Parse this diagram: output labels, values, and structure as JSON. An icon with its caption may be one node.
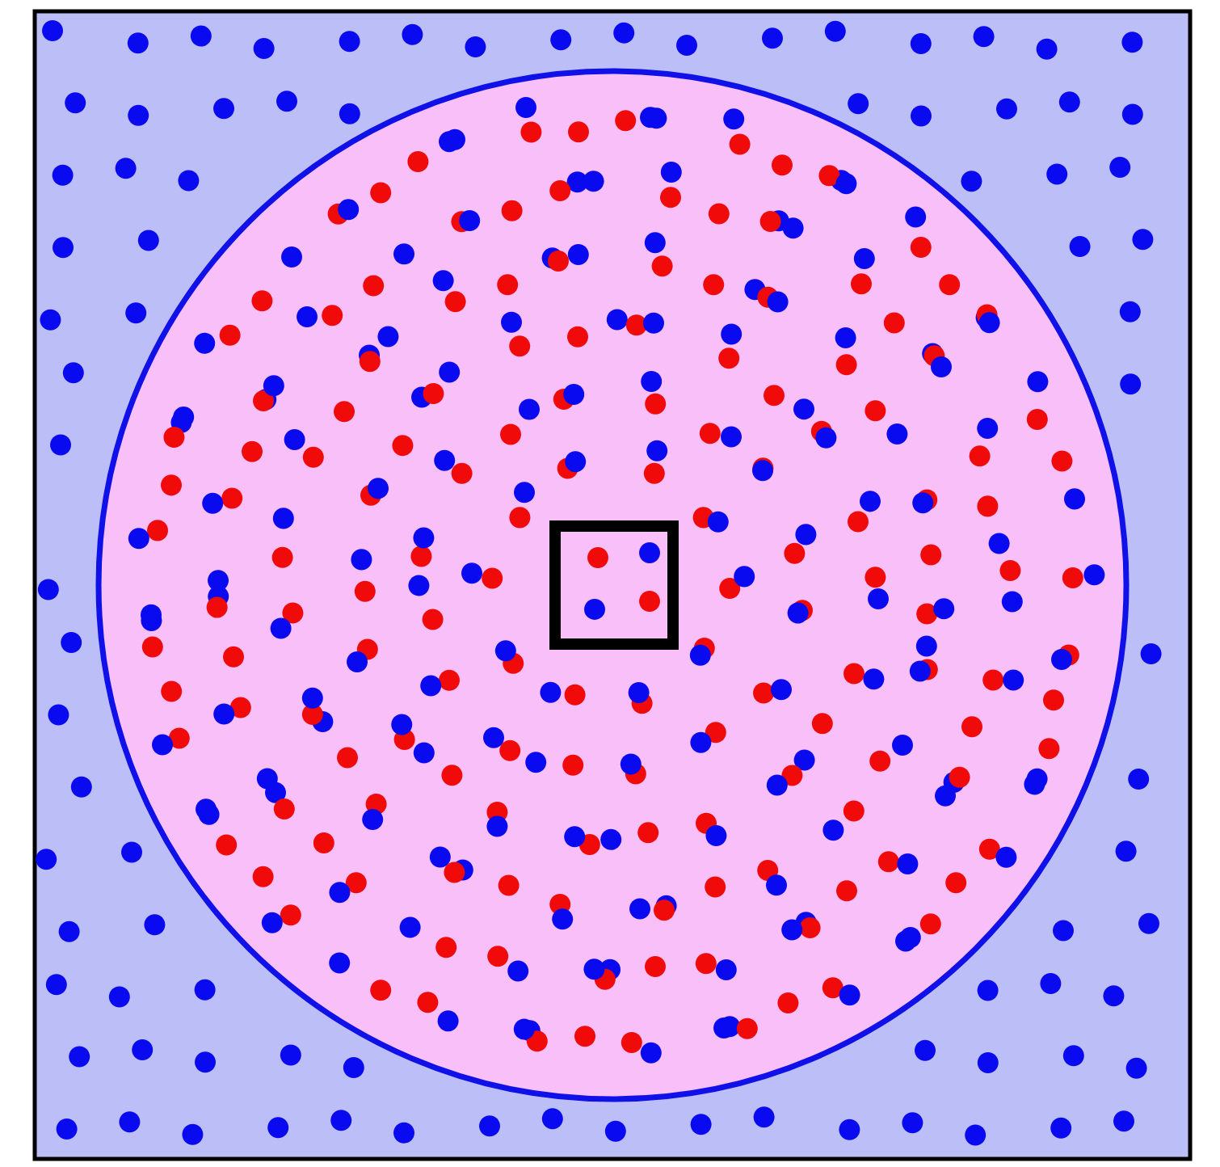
{
  "diagram": {
    "nodes": [
      {
        "text": [],
        "shape": "box"
      },
      {
        "text": [],
        "shape": "circle",
        "in": 0
      },
      {
        "text": [],
        "shape": "box",
        "in": 1
      }
    ]
  }
}
